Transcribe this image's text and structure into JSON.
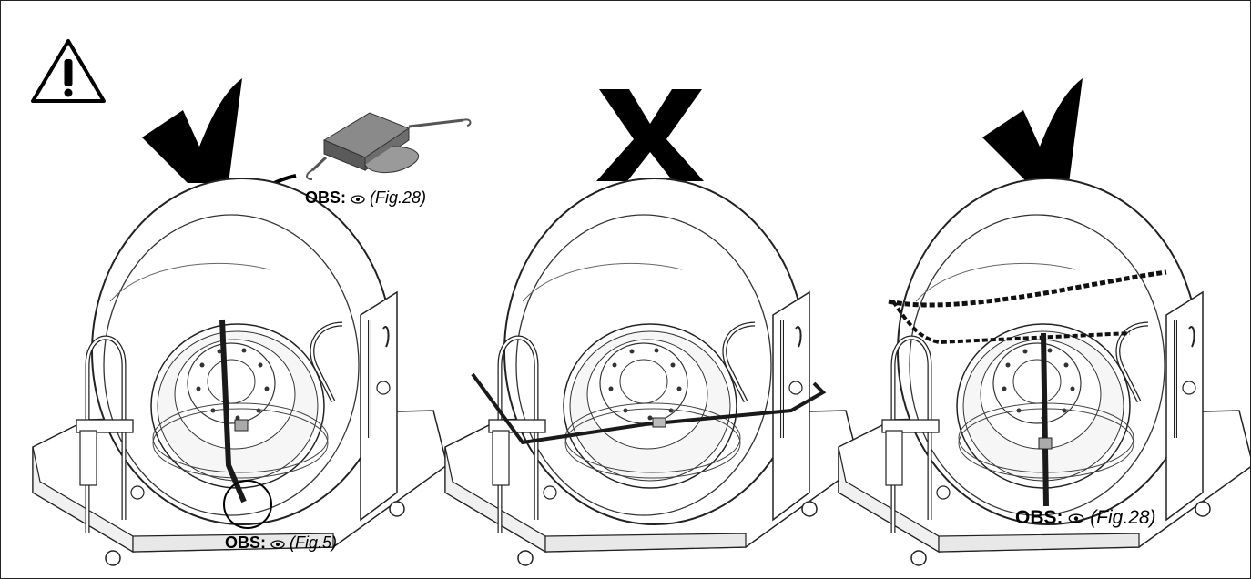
{
  "icons": {
    "warning": "warning-triangle-icon",
    "check": "checkmark-icon",
    "cross": "cross-icon",
    "eye": "eye-icon"
  },
  "panels": [
    {
      "status": "correct",
      "note": {
        "prefix": "OBS:",
        "ref": "(Fig.5)"
      }
    },
    {
      "status": "incorrect"
    },
    {
      "status": "correct",
      "note": {
        "prefix": "OBS:",
        "ref": "(Fig.28)"
      }
    }
  ],
  "strap_callout": {
    "prefix": "OBS:",
    "ref": "(Fig.28)"
  },
  "colors": {
    "ink": "#000000",
    "strap": "#1a1a1a",
    "metal": "#7a7a7a"
  }
}
